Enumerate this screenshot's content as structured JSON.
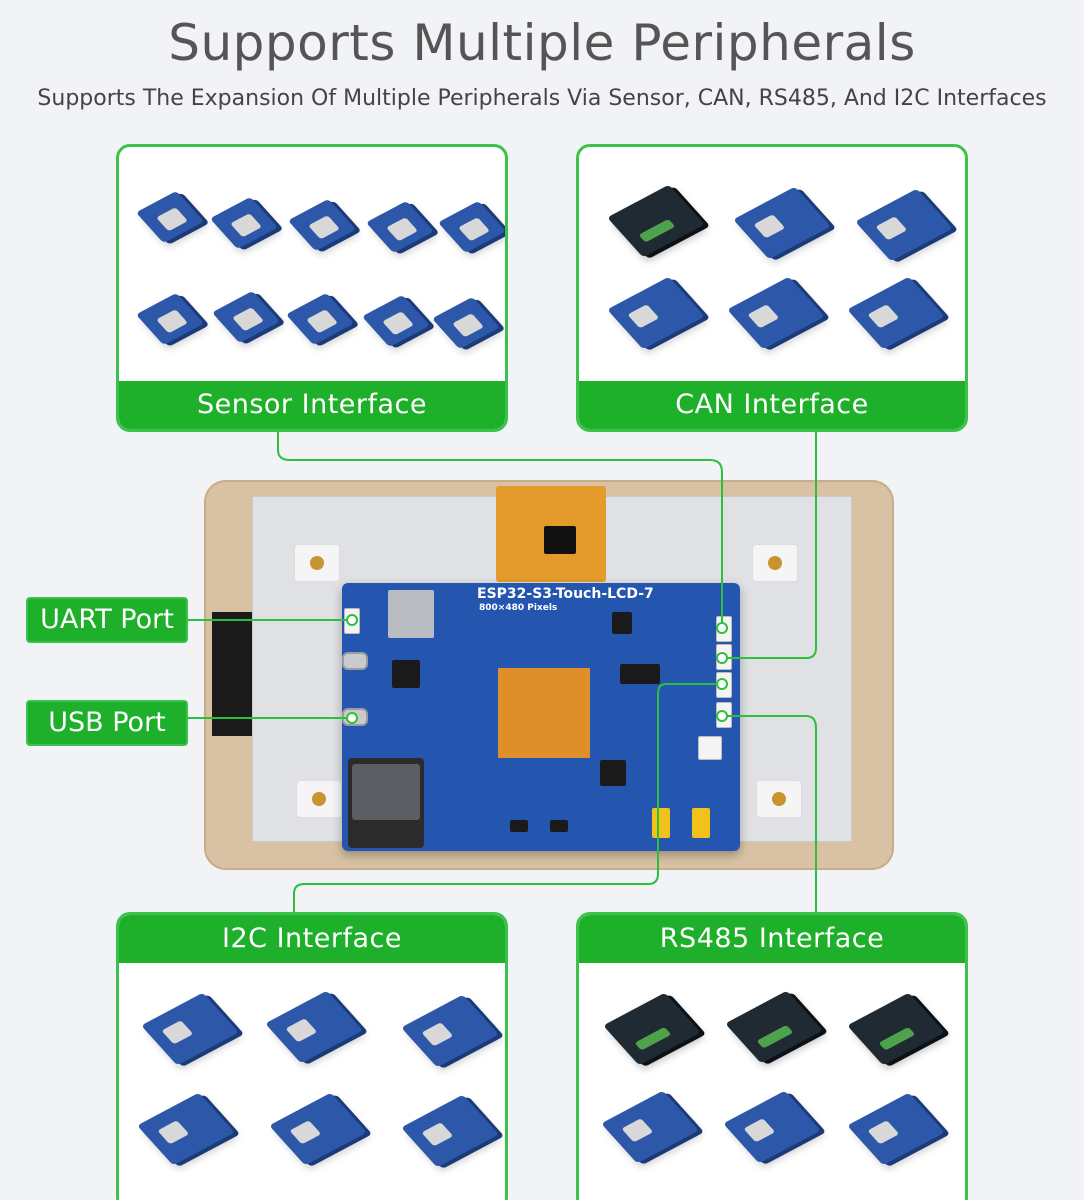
{
  "header": {
    "title": "Supports Multiple Peripherals",
    "subtitle": "Supports The Expansion Of Multiple Peripherals Via Sensor, CAN, RS485, And I2C Interfaces"
  },
  "panels": {
    "sensor": {
      "label": "Sensor Interface"
    },
    "can": {
      "label": "CAN Interface"
    },
    "i2c": {
      "label": "I2C Interface"
    },
    "rs485": {
      "label": "RS485 Interface"
    }
  },
  "ports": {
    "uart": {
      "label": "UART Port"
    },
    "usb": {
      "label": "USB Port"
    }
  },
  "board": {
    "name": "ESP32-S3-Touch-LCD-7",
    "resolution": "800×480 Pixels"
  },
  "colors": {
    "accent_green": "#1eb02a",
    "border_green": "#3cc24a",
    "pcb_blue": "#2456b0",
    "background": "#f1f3f7"
  }
}
